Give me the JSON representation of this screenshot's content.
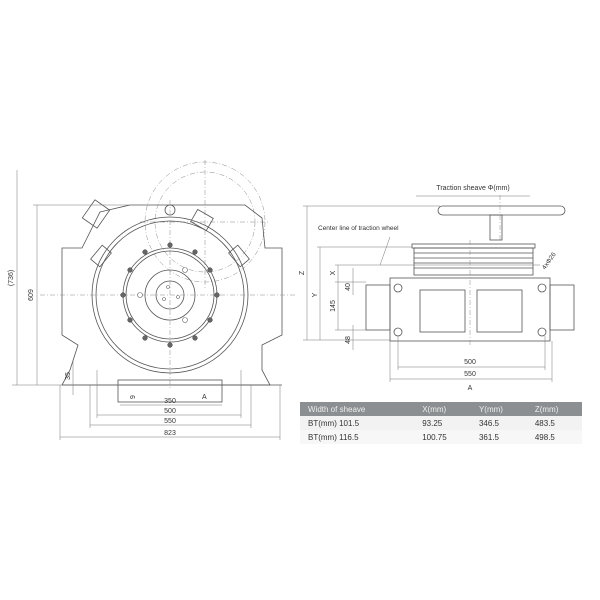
{
  "front_view": {
    "dim_total_height": "(736)",
    "dim_height": "609",
    "dim_base": "35",
    "dim_small": "9",
    "view_marker": "A",
    "dim_widths": [
      "350",
      "500",
      "550",
      "823"
    ]
  },
  "side_view": {
    "traction_sheave_label": "Traction sheave Φ(mm)",
    "center_line_label": "Center line of traction wheel",
    "hole_label": "4xΦ26",
    "dim_z": "Z",
    "dim_y": "Y",
    "dim_x": "X",
    "dim_40": "40",
    "dim_145": "145",
    "dim_48": "48",
    "dim_widths": [
      "500",
      "550"
    ],
    "view_marker": "A"
  },
  "table": {
    "headers": [
      "Width of sheave",
      "X(mm)",
      "Y(mm)",
      "Z(mm)"
    ],
    "rows": [
      [
        "BT(mm) 101.5",
        "93.25",
        "346.5",
        "483.5"
      ],
      [
        "BT(mm) 116.5",
        "100.75",
        "361.5",
        "498.5"
      ]
    ]
  }
}
